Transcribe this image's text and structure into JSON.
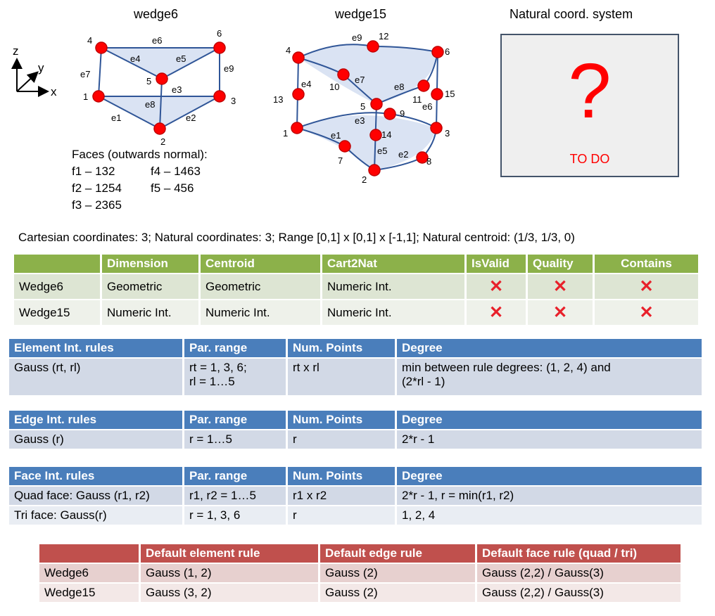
{
  "wedge6": {
    "title": "wedge6",
    "nodes": [
      "1",
      "2",
      "3",
      "4",
      "5",
      "6"
    ],
    "edges": [
      "e1",
      "e2",
      "e3",
      "e4",
      "e5",
      "e6",
      "e7",
      "e8",
      "e9"
    ],
    "faces_title": "Faces (outwards normal):",
    "faces": [
      "f1 – 132",
      "f2 – 1254",
      "f3 – 2365",
      "f4 – 1463",
      "f5 – 456"
    ]
  },
  "axes": {
    "z": "z",
    "y": "y",
    "x": "x"
  },
  "wedge15": {
    "title": "wedge15",
    "nodes": [
      "1",
      "2",
      "3",
      "4",
      "5",
      "6",
      "7",
      "8",
      "9",
      "10",
      "11",
      "12",
      "13",
      "14",
      "15"
    ],
    "edges": [
      "e1",
      "e2",
      "e3",
      "e4",
      "e5",
      "e6",
      "e7",
      "e8",
      "e9"
    ]
  },
  "natural": {
    "title": "Natural coord. system",
    "mark": "?",
    "todo": "TO DO"
  },
  "summary": "Cartesian coordinates: 3;  Natural coordinates: 3;  Range [0,1] x [0,1] x [-1,1];  Natural centroid: (1/3, 1/3, 0)",
  "props_table": {
    "headers": [
      "",
      "Dimension",
      "Centroid",
      "Cart2Nat",
      "IsValid",
      "Quality",
      "Contains"
    ],
    "rows": [
      [
        "Wedge6",
        "Geometric",
        "Geometric",
        "Numeric Int.",
        "✕",
        "✕",
        "✕"
      ],
      [
        "Wedge15",
        "Numeric Int.",
        "Numeric Int.",
        "Numeric Int.",
        "✕",
        "✕",
        "✕"
      ]
    ]
  },
  "element_rules": {
    "headers": [
      "Element Int. rules",
      "Par. range",
      "Num. Points",
      "Degree"
    ],
    "row": [
      "Gauss (rt, rl)",
      "rt = 1, 3, 6;",
      "rl = 1…5",
      "rt x rl",
      "min between rule degrees: (1, 2, 4) and",
      "(2*rl - 1)"
    ]
  },
  "edge_rules": {
    "headers": [
      "Edge Int. rules",
      "Par. range",
      "Num. Points",
      "Degree"
    ],
    "row": [
      "Gauss (r)",
      "r = 1…5",
      "r",
      "2*r - 1"
    ]
  },
  "face_rules": {
    "headers": [
      "Face Int. rules",
      "Par. range",
      "Num. Points",
      "Degree"
    ],
    "rows": [
      [
        "Quad face: Gauss (r1, r2)",
        "r1, r2 = 1…5",
        "r1 x r2",
        "2*r - 1, r = min(r1, r2)"
      ],
      [
        "Tri face: Gauss(r)",
        "r = 1, 3, 6",
        "r",
        "1, 2, 4"
      ]
    ]
  },
  "defaults": {
    "headers": [
      "",
      "Default element rule",
      "Default edge rule",
      "Default face rule (quad / tri)"
    ],
    "rows": [
      [
        "Wedge6",
        "Gauss (1, 2)",
        "Gauss (2)",
        "Gauss (2,2) / Gauss(3)"
      ],
      [
        "Wedge15",
        "Gauss (3, 2)",
        "Gauss (2)",
        "Gauss (2,2) / Gauss(3)"
      ]
    ]
  },
  "colors": {
    "node": "#ff0000",
    "edge": "#2f5597",
    "face": "#dae3f3",
    "green": "#8cb14a",
    "blue": "#4a7ebb",
    "red": "#c0504d",
    "x": "#e8202a"
  }
}
